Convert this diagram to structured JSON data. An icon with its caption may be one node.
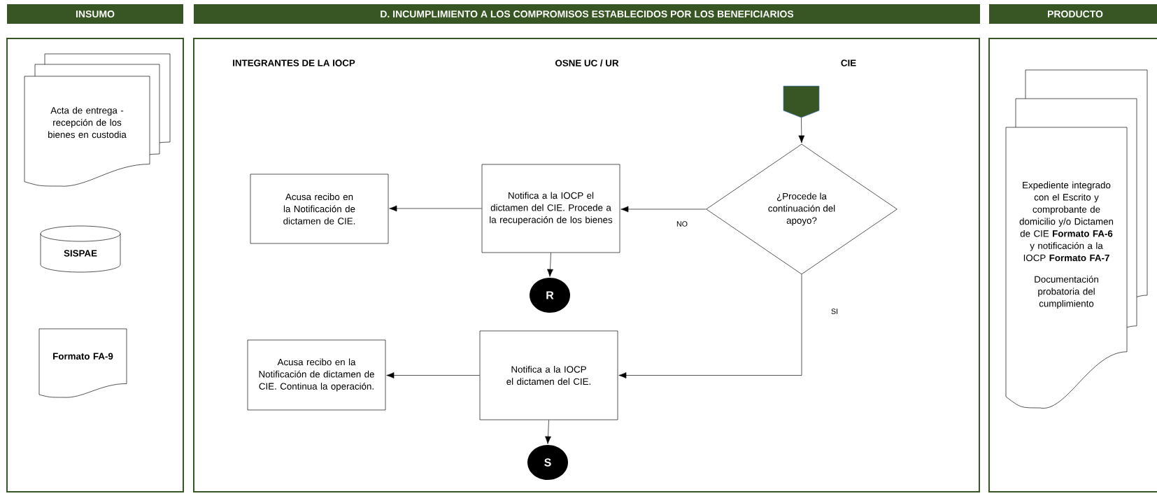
{
  "diagram": {
    "nodes": [
      {
        "text": [
          "INSUMO"
        ]
      },
      {
        "text": [
          "D. INCUMPLIMIENTO A LOS COMPROMISOS ESTABLECIDOS POR LOS BENEFICIARIOS"
        ]
      },
      {
        "text": [
          "PRODUCTO"
        ]
      },
      {
        "text": [
          "Acta de entrega - recepción de los bienes en custodia"
        ]
      },
      {
        "text": [
          "SISPAE"
        ]
      },
      {
        "text": [
          "Formato FA-9"
        ]
      },
      {
        "text": [],
        "shape": "pentagon"
      },
      {
        "text": [
          "¿Procede la continuación del apoyo?"
        ]
      },
      {
        "text": [
          "Notifica a la IOCP el dictamen del CIE. Procede a la recuperación de los bienes"
        ]
      },
      {
        "text": [
          "Acusa recibo en la Notificación de dictamen de CIE."
        ]
      },
      {
        "text": [
          "R"
        ]
      },
      {
        "text": [
          "Notifica a la IOCP el dictamen del CIE."
        ]
      },
      {
        "text": [
          "Acusa recibo en la Notificación de dictamen de CIE. Continua la operación."
        ]
      },
      {
        "text": [
          "S"
        ]
      },
      {
        "text": [
          "Expediente integrado con el Escrito y comprobante de domicilio y/o Dictamen de CIE **Formato FA-6** y notificación a la IOCP **Formato FA-7**",
          "Documentación probatoria del cumplimiento"
        ]
      }
    ],
    "edges": [
      {
        "from": 6,
        "to": 7,
        "arrow": "to"
      },
      {
        "from": 7,
        "to": 8,
        "arrow": "to",
        "label": "NO"
      },
      {
        "from": 8,
        "to": 9,
        "arrow": "to"
      },
      {
        "from": 8,
        "to": 10,
        "arrow": "to"
      },
      {
        "from": 7,
        "to": 11,
        "arrow": "to",
        "label": "SI"
      },
      {
        "from": 11,
        "to": 12,
        "arrow": "to"
      },
      {
        "from": 11,
        "to": 13,
        "arrow": "to"
      }
    ],
    "labels": [
      "INTEGRANTES DE LA IOCP",
      "OSNE UC / UR",
      "CIE"
    ]
  }
}
